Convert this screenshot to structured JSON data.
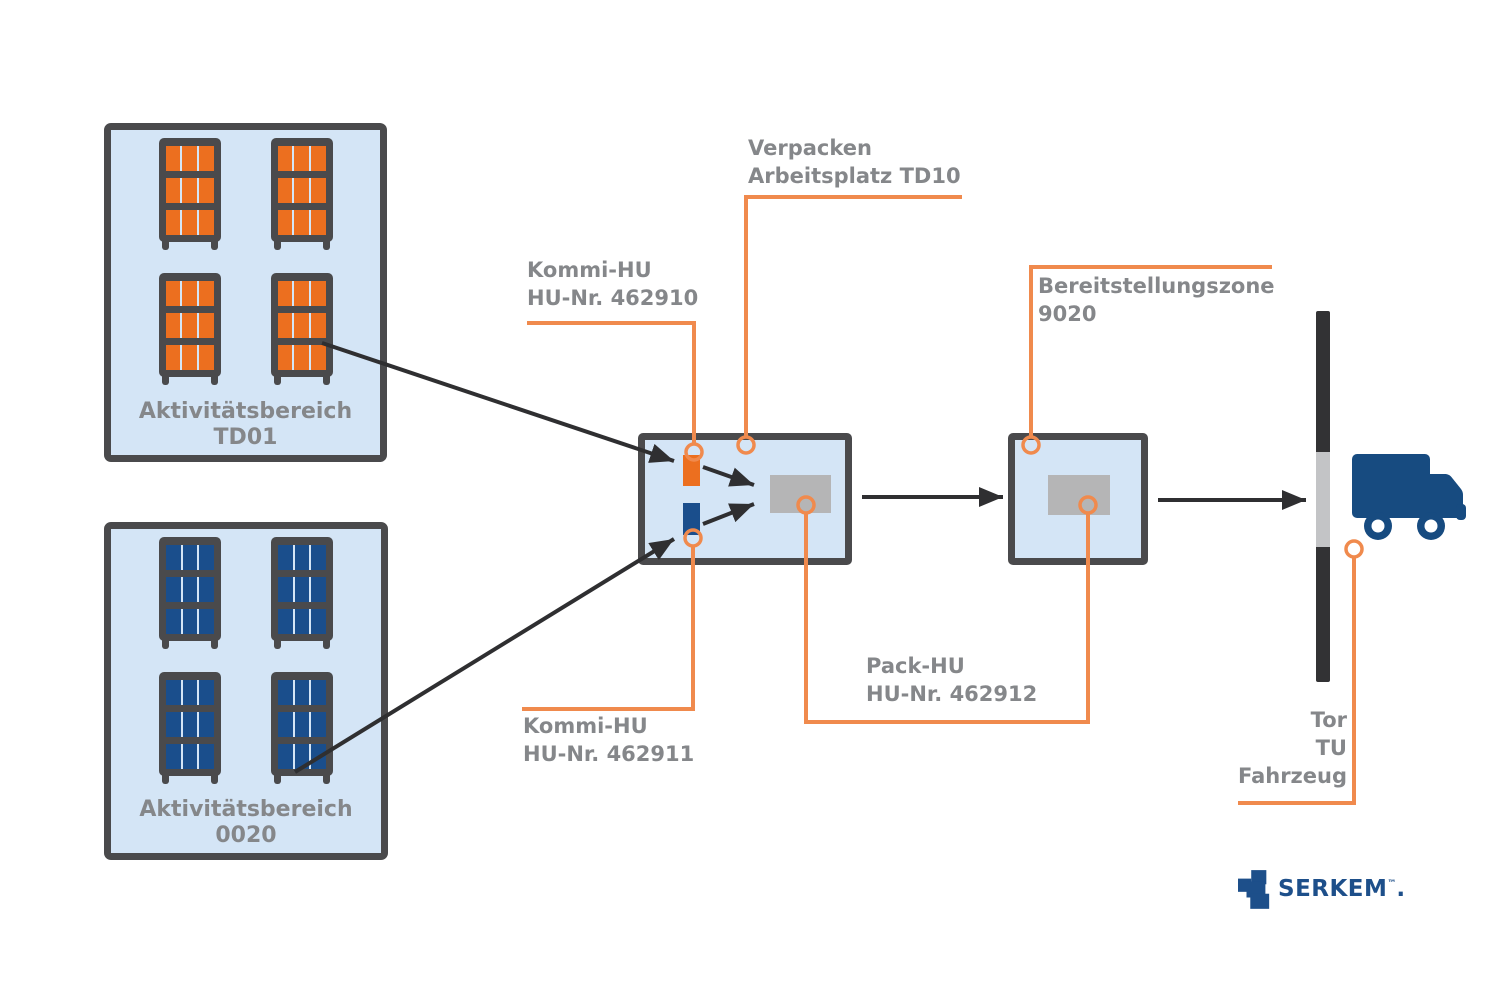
{
  "colors": {
    "light_blue": "#D4E5F6",
    "frame_gray": "#4A4A4C",
    "accent_orange": "#EC6F1F",
    "connector_orange": "#F08A4D",
    "dark_blue": "#1A4E8C",
    "item_gray": "#B5B5B6",
    "text_gray": "#85878A",
    "arrow_dark": "#2F2F31",
    "gate_dark": "#323234",
    "gate_light": "#C3C4C6",
    "truck_blue": "#174B80",
    "logo_blue": "#1D4F8A"
  },
  "areas": {
    "td01": {
      "label_line1": "Aktivitätsbereich",
      "label_line2": "TD01",
      "racks": 4,
      "shelves_per_rack": 3,
      "bins_per_shelf": 3,
      "bin_color": "#EC6F1F"
    },
    "a0020": {
      "label_line1": "Aktivitätsbereich",
      "label_line2": "0020",
      "racks": 4,
      "shelves_per_rack": 3,
      "bins_per_shelf": 3,
      "bin_color": "#1A4E8C"
    }
  },
  "callouts": {
    "kommi_910": {
      "line1": "Kommi-HU",
      "line2": "HU-Nr. 462910"
    },
    "verpacken": {
      "line1": "Verpacken",
      "line2": "Arbeitsplatz TD10"
    },
    "bereitstellung": {
      "line1": "Bereitstellungszone",
      "line2": "9020"
    },
    "kommi_911": {
      "line1": "Kommi-HU",
      "line2": "HU-Nr. 462911"
    },
    "pack_hu": {
      "line1": "Pack-HU",
      "line2": "HU-Nr. 462912"
    },
    "tor": {
      "line1": "Tor",
      "line2": "TU",
      "line3": "Fahrzeug"
    }
  },
  "logo": {
    "text": "SERKEM",
    "mark": "™",
    "suffix": "."
  }
}
